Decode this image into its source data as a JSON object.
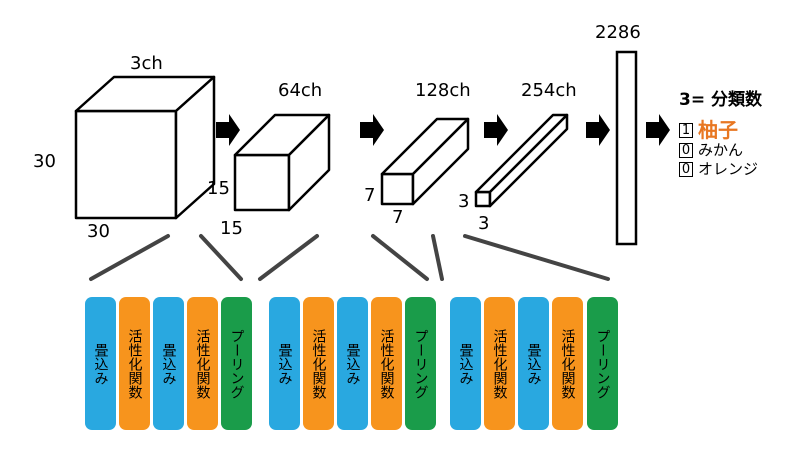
{
  "stages": [
    {
      "channels": "3ch",
      "height_label": "30",
      "width_label": "30"
    },
    {
      "channels": "64ch",
      "height_label": "15",
      "width_label": "15"
    },
    {
      "channels": "128ch",
      "height_label": "7",
      "width_label": "7"
    },
    {
      "channels": "254ch",
      "height_label": "3",
      "width_label": "3"
    }
  ],
  "dense": {
    "units": "2286"
  },
  "output": {
    "title": "3= 分類数",
    "items": [
      {
        "value": "1",
        "name": "柚子"
      },
      {
        "value": "0",
        "name": "みかん"
      },
      {
        "value": "0",
        "name": "オレンジ"
      }
    ]
  },
  "layers": [
    {
      "label": "畳込み",
      "color": "#29a8e0"
    },
    {
      "label": "活性化関数",
      "color": "#f7941d"
    },
    {
      "label": "畳込み",
      "color": "#29a8e0"
    },
    {
      "label": "活性化関数",
      "color": "#f7941d"
    },
    {
      "label": "プーリング",
      "color": "#1a9c4a"
    },
    {
      "label": "畳込み",
      "color": "#29a8e0"
    },
    {
      "label": "活性化関数",
      "color": "#f7941d"
    },
    {
      "label": "畳込み",
      "color": "#29a8e0"
    },
    {
      "label": "活性化関数",
      "color": "#f7941d"
    },
    {
      "label": "プーリング",
      "color": "#1a9c4a"
    },
    {
      "label": "畳込み",
      "color": "#29a8e0"
    },
    {
      "label": "活性化関数",
      "color": "#f7941d"
    },
    {
      "label": "畳込み",
      "color": "#29a8e0"
    },
    {
      "label": "活性化関数",
      "color": "#f7941d"
    },
    {
      "label": "プーリング",
      "color": "#1a9c4a"
    }
  ],
  "colors": {
    "highlight": "#e87722",
    "connector": "#444444"
  }
}
